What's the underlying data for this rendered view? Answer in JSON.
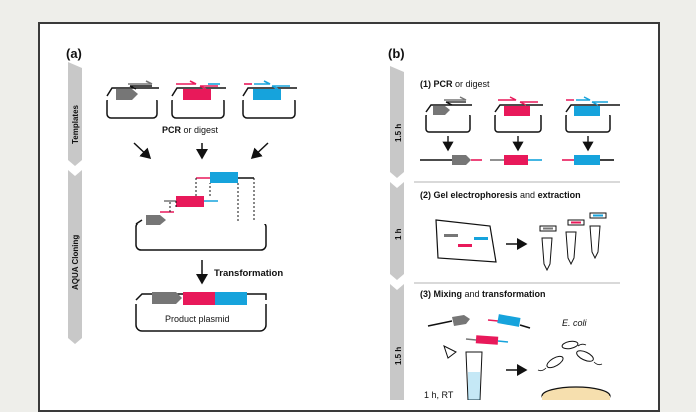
{
  "panel_a": {
    "label": "(a)",
    "band_labels": [
      "Templates",
      "AQUA Cloning"
    ],
    "pcr_text": {
      "bold": "PCR",
      "rest": " or digest"
    },
    "transformation": "Transformation",
    "product": "Product plasmid"
  },
  "panel_b": {
    "label": "(b)",
    "band_labels": [
      "1.5 h",
      "1 h",
      "1.5 h"
    ],
    "step1": {
      "bold": "(1) PCR",
      "rest": " or digest"
    },
    "step2": {
      "bold1": "(2) Gel electrophoresis",
      "mid": " and ",
      "bold2": "extraction"
    },
    "step3": {
      "bold1": "(3) Mixing",
      "mid": " and ",
      "bold2": "transformation"
    },
    "ecoli": "E. coli",
    "time_text": "1 h, RT"
  },
  "colors": {
    "gray": "#767676",
    "magenta": "#e8195a",
    "cyan": "#16a3dc",
    "band": "#c8c8c8",
    "frame": "#3a3a3a"
  }
}
